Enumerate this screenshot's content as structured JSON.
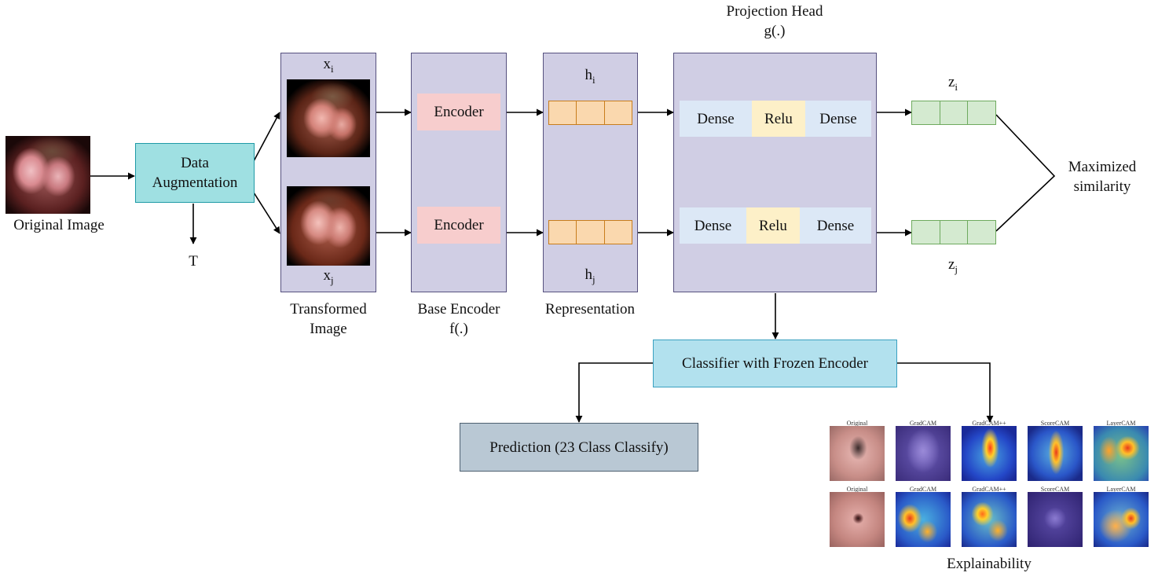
{
  "input": {
    "caption": "Original Image"
  },
  "augmentation": {
    "label_line1": "Data",
    "label_line2": "Augmentation",
    "output_label": "T"
  },
  "transformed": {
    "top_label": "x",
    "top_sub": "i",
    "bottom_label": "x",
    "bottom_sub": "j",
    "caption_line1": "Transformed",
    "caption_line2": "Image"
  },
  "base_encoder": {
    "top_block": "Encoder",
    "bottom_block": "Encoder",
    "caption_line1": "Base Encoder",
    "caption_line2": "f(.)"
  },
  "representation": {
    "top_label": "h",
    "top_sub": "i",
    "bottom_label": "h",
    "bottom_sub": "j",
    "caption": "Representation"
  },
  "projection_head": {
    "title_line1": "Projection Head",
    "title_line2": "g(.)",
    "top_row": [
      "Dense",
      "Relu",
      "Dense"
    ],
    "bottom_row": [
      "Dense",
      "Relu",
      "Dense"
    ]
  },
  "output": {
    "top_label": "z",
    "top_sub": "i",
    "bottom_label": "z",
    "bottom_sub": "j",
    "similarity_line1": "Maximized",
    "similarity_line2": "similarity"
  },
  "classifier": {
    "label": "Classifier with Frozen Encoder"
  },
  "prediction": {
    "label": "Prediction (23 Class Classify)"
  },
  "explainability": {
    "caption": "Explainability",
    "row1_titles": [
      "Original",
      "GradCAM",
      "GradCAM++",
      "ScoreCAM",
      "LayerCAM"
    ],
    "row2_titles": [
      "Original",
      "GradCAM",
      "GradCAM++",
      "ScoreCAM",
      "LayerCAM"
    ]
  },
  "colors": {
    "stage_fill": "#d0cee4",
    "stage_border": "#56517f",
    "encoder_fill": "#f7cdcd",
    "dense_fill": "#dce8f6",
    "relu_fill": "#fdf0c8",
    "representation_fill": "#fad8ae",
    "output_fill": "#d4ead0",
    "classifier_fill": "#b2e1ee",
    "prediction_fill": "#b9c8d4"
  }
}
